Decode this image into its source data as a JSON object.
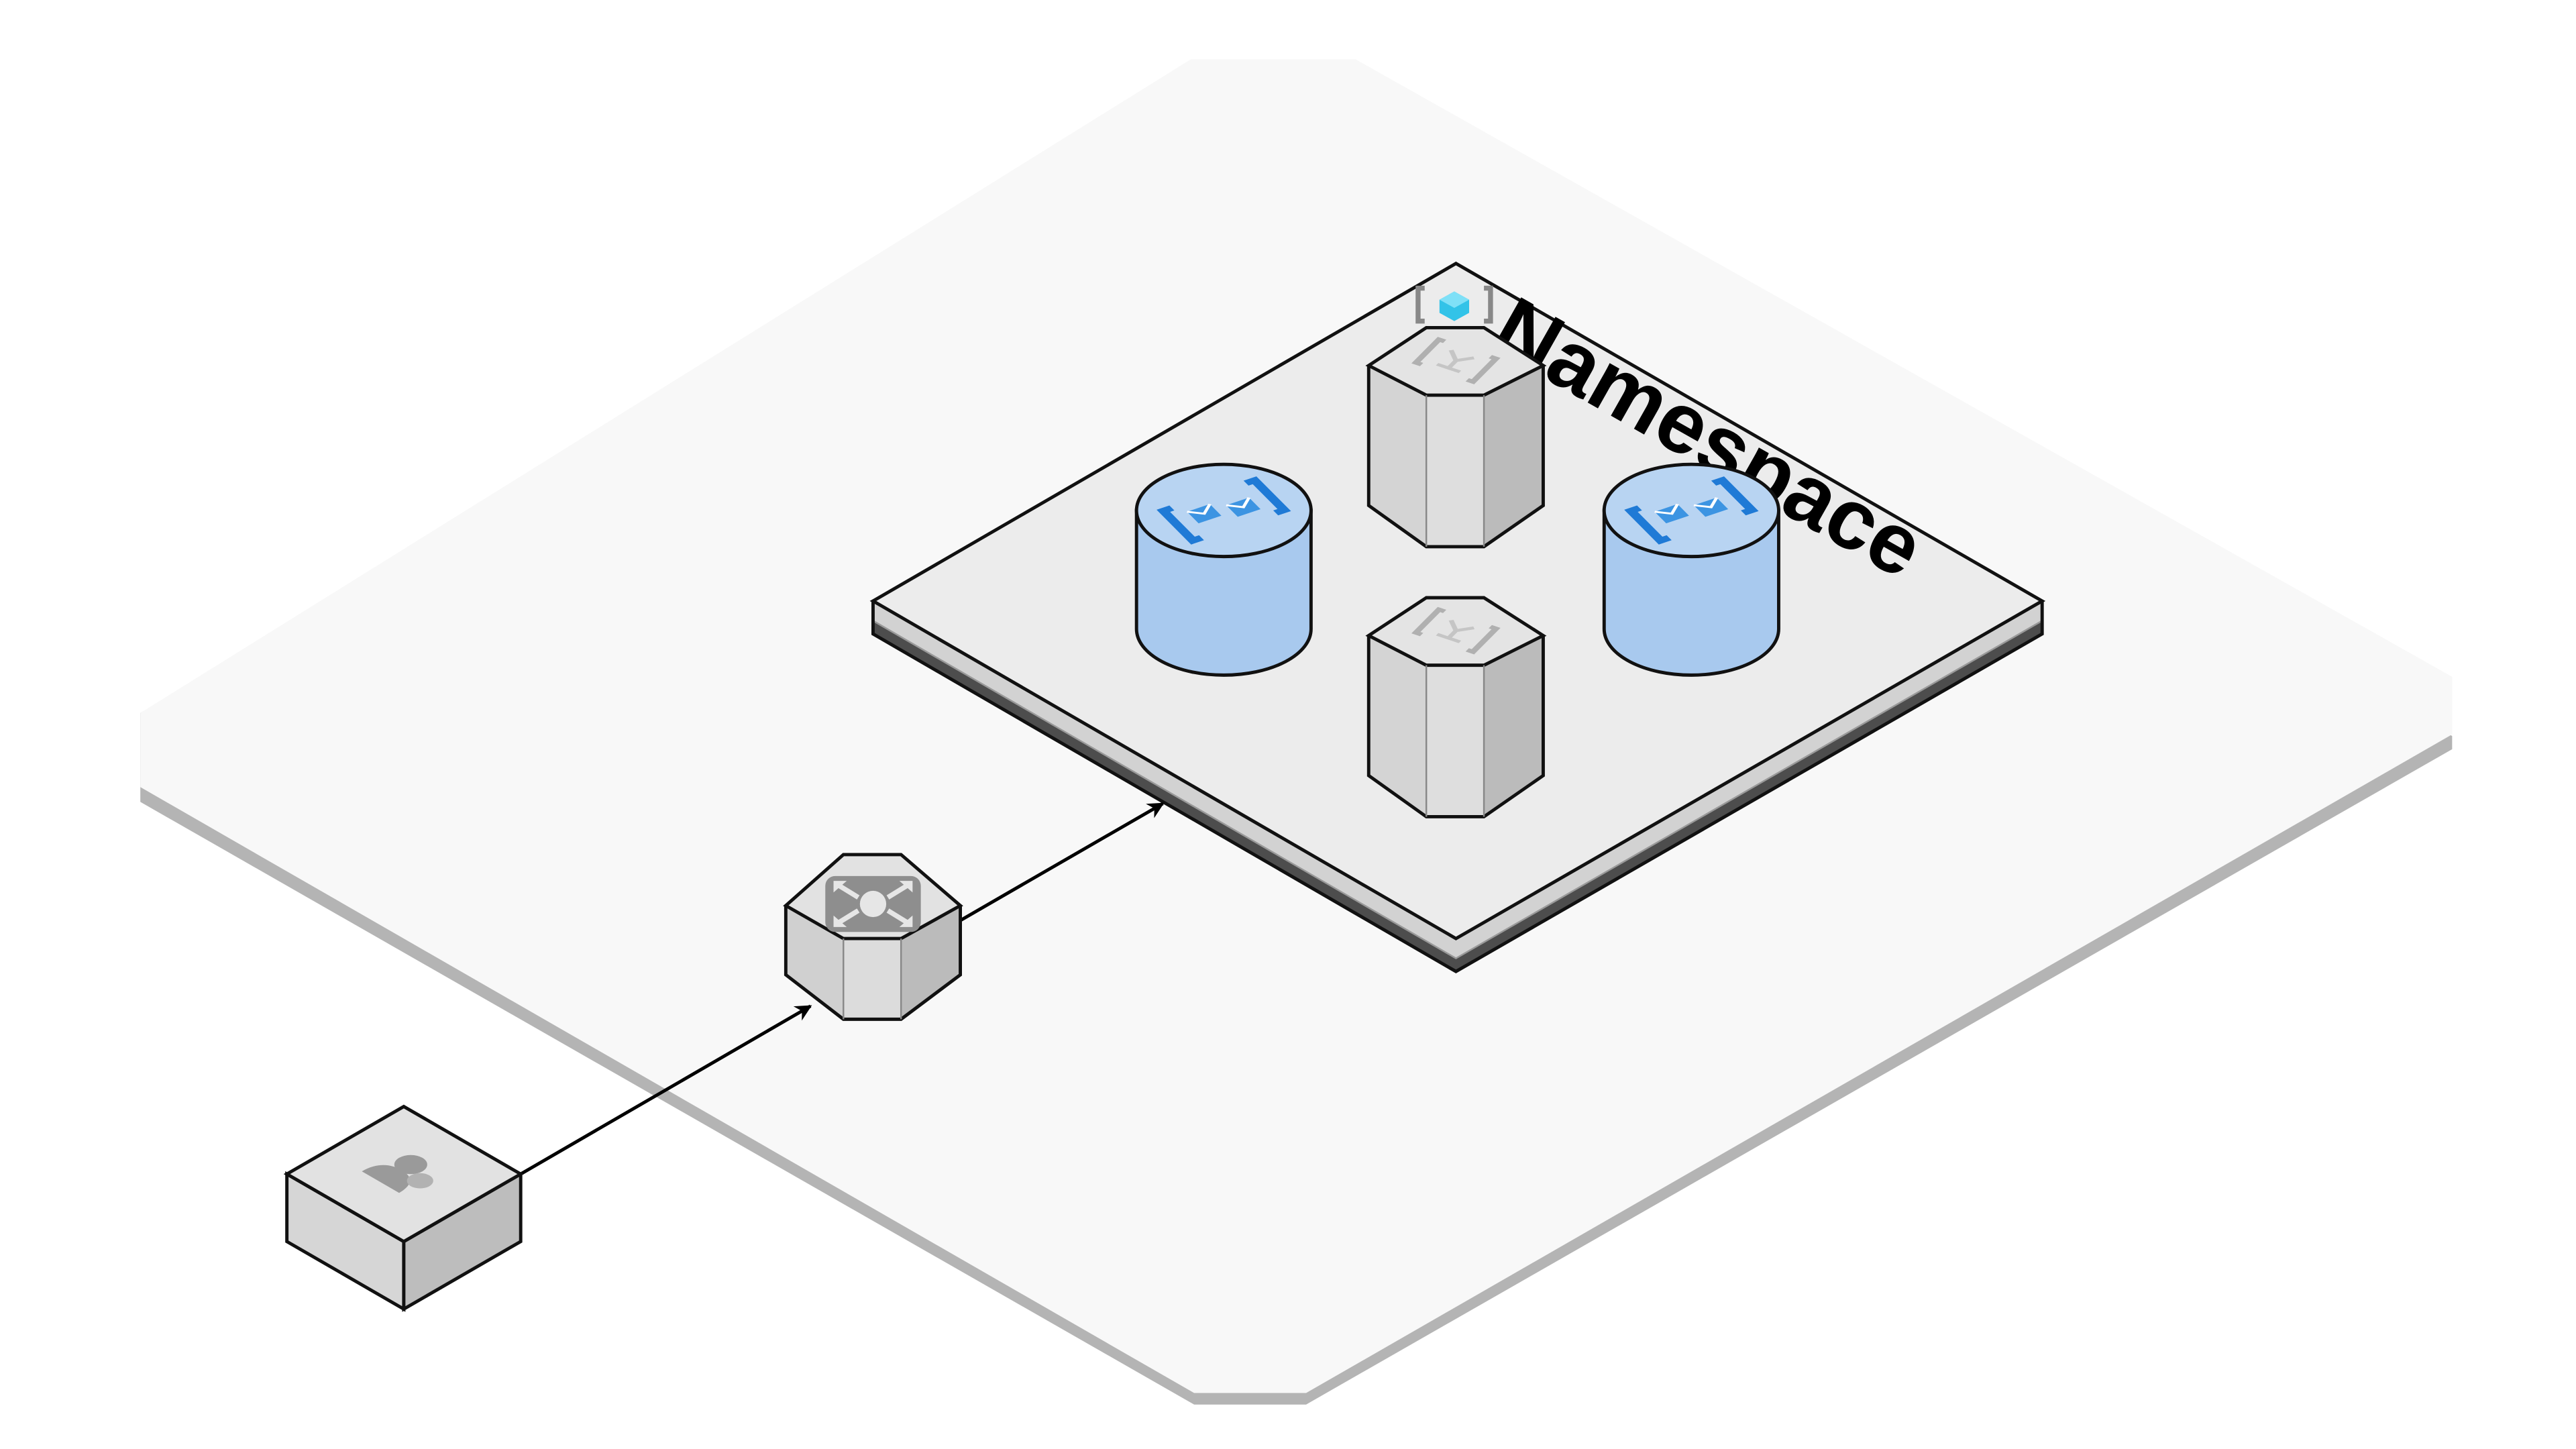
{
  "diagram": {
    "style": "isometric",
    "namespace": {
      "label": "Namespace",
      "icon": "service-bus-namespace-icon",
      "contains": [
        "queue-left",
        "topic-back",
        "queue-right",
        "topic-front"
      ]
    },
    "nodes": [
      {
        "id": "user",
        "shape": "cube",
        "icon": "user-icon"
      },
      {
        "id": "gateway",
        "shape": "octagonal-prism",
        "icon": "gateway-icon"
      },
      {
        "id": "queue-left",
        "shape": "cylinder",
        "icon": "queue-icon"
      },
      {
        "id": "queue-right",
        "shape": "cylinder",
        "icon": "queue-icon"
      },
      {
        "id": "topic-back",
        "shape": "octagonal-prism",
        "icon": "topic-icon"
      },
      {
        "id": "topic-front",
        "shape": "octagonal-prism",
        "icon": "topic-icon"
      }
    ],
    "edges": [
      {
        "from": "user",
        "to": "gateway",
        "arrow": "end"
      },
      {
        "from": "gateway",
        "to": "namespace",
        "arrow": "end"
      }
    ],
    "colors": {
      "region_fill": "#f8f8f8",
      "region_shadow": "#b4b4b4",
      "plate_top": "#ececec",
      "plate_side": "#d2d2d2",
      "device_light": "#dcdcdc",
      "device_dark": "#bdbdbd",
      "queue_fill": "#a8c9ee",
      "queue_icon": "#1f7ad6",
      "outline": "#111111"
    }
  }
}
